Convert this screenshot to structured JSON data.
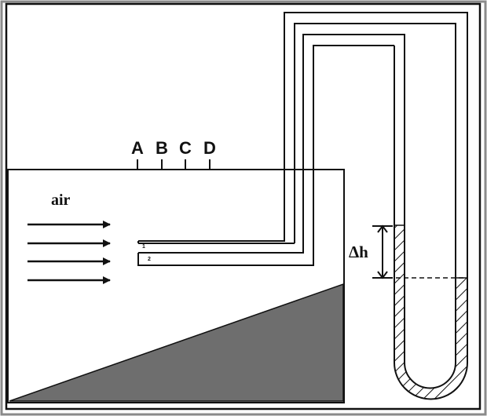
{
  "diagram": {
    "point_labels": [
      "A",
      "B",
      "C",
      "D"
    ],
    "flow_label": "air",
    "height_label": "Δh",
    "probe_labels": [
      "1",
      "2"
    ],
    "colors": {
      "outline": "#111111",
      "slope_fill": "#6e6e6e",
      "border": "#8a8a8a",
      "background": "#ffffff"
    }
  }
}
